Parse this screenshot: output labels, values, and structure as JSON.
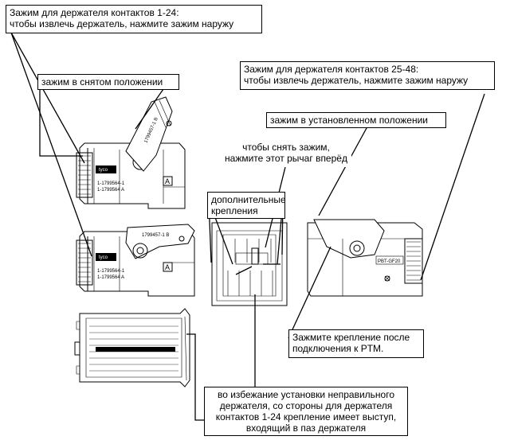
{
  "callouts": {
    "clip_1_24": {
      "line1": "Зажим для держателя контактов 1-24:",
      "line2": "чтобы извлечь держатель, нажмите зажим наружу"
    },
    "clip_removed": {
      "line1": "зажим в снятом положении"
    },
    "clip_25_48": {
      "line1": "Зажим для держателя контактов 25-48:",
      "line2": "чтобы извлечь держатель, нажмите зажим наружу"
    },
    "clip_installed": {
      "line1": "зажим в установленном положении"
    },
    "remove_clip": {
      "line1": "чтобы снять зажим,",
      "line2": "нажмите этот рычаг вперёд"
    },
    "extra_mounts": {
      "line1": "дополнительные",
      "line2": "крепления"
    },
    "squeeze_mount": {
      "line1": "Зажмите крепление после",
      "line2": "подключения к PTM."
    },
    "wrong_install": {
      "line1": "во избежание установки неправильного",
      "line2": "держателя, со стороны для держателя",
      "line3": "контактов 1-24 крепление имеет выступ,",
      "line4": "входящий в паз держателя"
    }
  },
  "part_labels": {
    "top_part_1": "1-1799564-1",
    "top_part_2": "1-1799564 A",
    "top_clip": "1799457-1 B",
    "mid_part_1": "1-1799564-1",
    "mid_part_2": "1-1799564 A",
    "mid_clip": "1799457-1 B",
    "right_label": "PBT-GF20",
    "letter_a": "A"
  }
}
